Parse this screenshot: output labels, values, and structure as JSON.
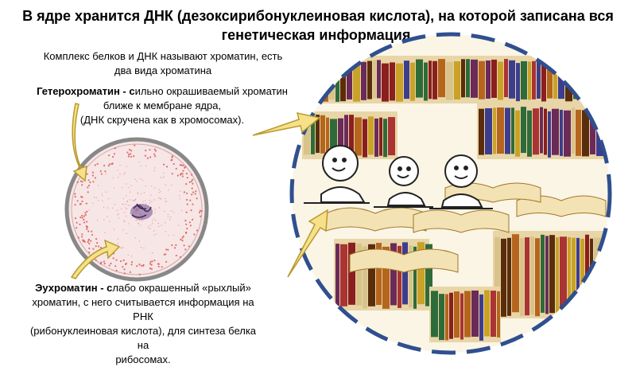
{
  "title": {
    "line1": "В ядре хранится ДНК (дезоксирибонуклеиновая кислота), на которой записана вся",
    "line2": "генетическая информация."
  },
  "intro": {
    "line1": "Комплекс белков и ДНК называют хроматин, есть",
    "line2": "два вида хроматина"
  },
  "heterochromatin": {
    "term": "Гетерохроматин - с",
    "line1_rest": "ильно окрашиваемый хроматин",
    "line2": "ближе к мембране ядра,",
    "line3": "(ДНК скручена как в хромосомах)."
  },
  "euchromatin": {
    "term": "Эухроматин - с",
    "line1_rest": "лабо окрашенный «рыхлый»",
    "line2": "хроматин, с него считывается информация на РНК",
    "line3": "(рибонуклеиновая кислота), для синтеза белка на",
    "line4": "рибосомах."
  },
  "colors": {
    "arrow_fill": "#f6e08a",
    "arrow_stroke": "#b89a2c",
    "dashed_circle": "#2f4f8f",
    "nucleus_fill": "#f7e6e6",
    "nucleus_dots": "#d9534f",
    "nucleolus": "#5b3f7a"
  }
}
